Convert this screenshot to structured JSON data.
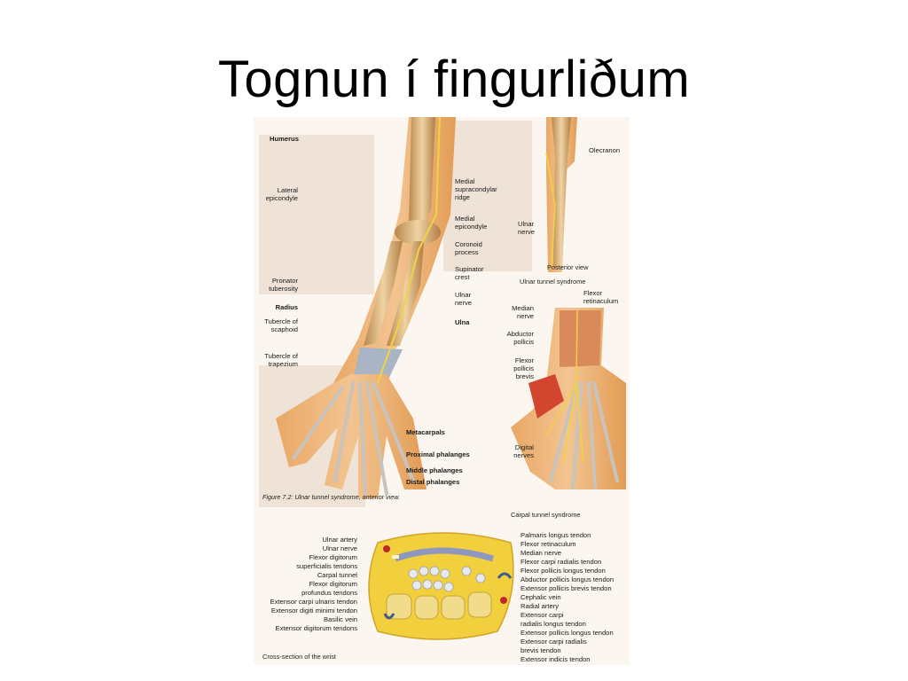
{
  "slide": {
    "title": "Tognun í  fingurliðum"
  },
  "figure": {
    "anterior_labels_left": {
      "humerus": "Humerus",
      "lateral_epicondyle": "Lateral\nepicondyle",
      "pronator_tuberosity": "Pronator\ntuberosity",
      "radius": "Radius",
      "tubercle_scaphoid": "Tubercle of\nscaphoid",
      "tubercle_trapezium": "Tubercle of\ntrapezium"
    },
    "anterior_labels_right": {
      "medial_supracondylar": "Medial\nsupracondylar\nridge",
      "medial_epicondyle": "Medial\nepicondyle",
      "coronoid_process": "Coronoid\nprocess",
      "supinator_crest": "Supinator\ncrest",
      "ulnar_nerve": "Ulnar\nnerve",
      "ulna": "Ulna"
    },
    "hand_labels": {
      "metacarpals": "Metacarpals",
      "proximal_phalanges": "Proximal phalanges",
      "middle_phalanges": "Middle phalanges",
      "distal_phalanges": "Distal phalanges"
    },
    "figure_caption": "Figure 7.2: Ulnar tunnel syndrome, anterior view.",
    "posterior": {
      "olecranon": "Olecranon",
      "ulnar_nerve": "Ulnar\nnerve",
      "view_label": "Posterior view",
      "syndrome_label": "Ulnar tunnel syndrome"
    },
    "carpal": {
      "flexor_retinaculum": "Flexor\nretinaculum",
      "median_nerve": "Median\nnerve",
      "abductor_pollicis": "Abductor\npollicis",
      "flexor_pollicis_brevis": "Flexor\npollicis\nbrevis",
      "digital_nerves": "Digital\nnerves",
      "syndrome_label": "Carpal tunnel syndrome"
    },
    "cross_section": {
      "left": [
        "Ulnar artery",
        "Ulnar nerve",
        "Flexor digitorum",
        "superficialis tendons",
        "Carpal tunnel",
        "Flexor digitorum",
        "profundus tendons",
        "Extensor carpi ulnaris tendon",
        "Extensor digiti minimi tendon",
        "Basilic vein",
        "Extensor digitorum tendons"
      ],
      "right": [
        "Palmaris longus tendon",
        "Flexor retinaculum",
        "Median nerve",
        "Flexor carpi radialis tendon",
        "Flexor pollicis longus tendon",
        "Abductor pollicis longus tendon",
        "Extensor pollicis brevis tendon",
        "Cephalic vein",
        "Radial artery",
        "Extensor carpi",
        "radialis longus tendon",
        "Extensor pollicis longus tendon",
        "Extensor carpi radialis",
        "brevis tendon",
        "Extensor indicis tendon"
      ],
      "caption": "Cross-section of the wrist"
    }
  }
}
